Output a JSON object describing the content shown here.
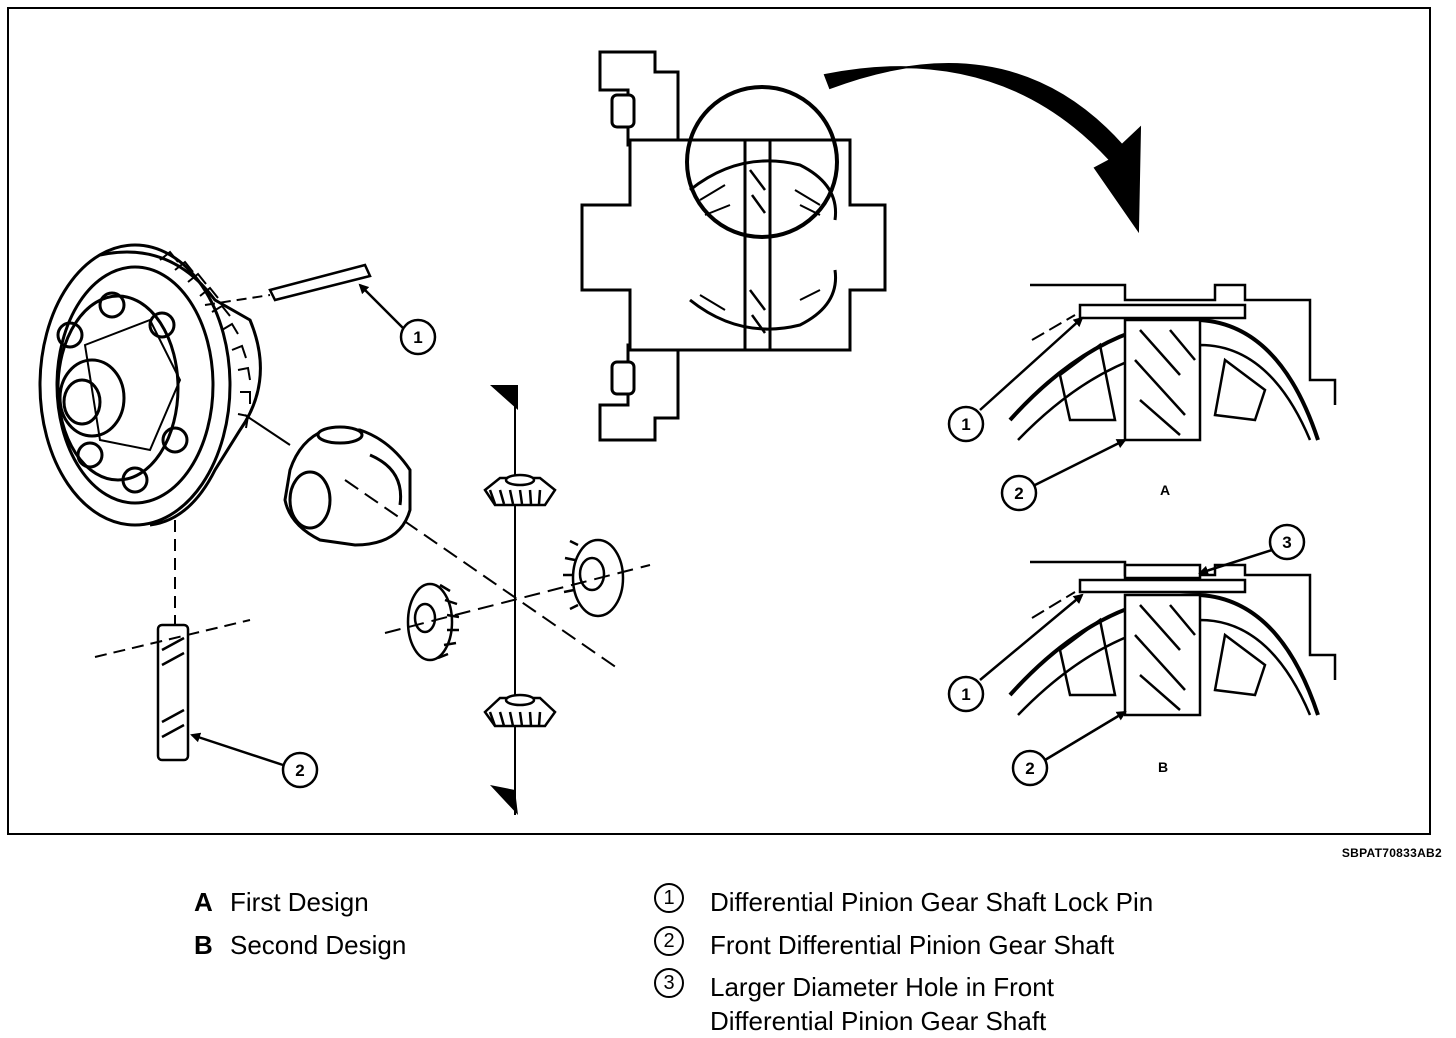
{
  "figure_code": "SBPAT70833AB2",
  "callouts": {
    "c1": "1",
    "c2": "2",
    "c3": "3"
  },
  "detail_labels": {
    "a": "A",
    "b": "B"
  },
  "legend": {
    "letters": [
      {
        "key": "A",
        "text": "First Design"
      },
      {
        "key": "B",
        "text": "Second Design"
      }
    ],
    "numbers": [
      {
        "key": "1",
        "text": "Differential Pinion Gear Shaft Lock Pin"
      },
      {
        "key": "2",
        "text": "Front Differential Pinion Gear Shaft"
      },
      {
        "key": "3",
        "text": "Larger Diameter Hole in Front",
        "text2": "Differential Pinion Gear Shaft"
      }
    ]
  }
}
